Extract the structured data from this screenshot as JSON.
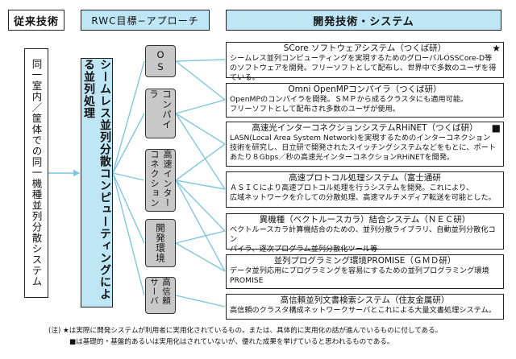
{
  "headers": {
    "traditional": "従来技術",
    "rwc": "RWC目標−アプローチ",
    "developed": "開発技術・システム"
  },
  "traditional_text": "同一室内／筐体での同一機種並列分散システム",
  "rwc_text": "シームレス並列分散コンピューティングによる並列処理",
  "categories": [
    {
      "label": "OS"
    },
    {
      "label": "コンパイラ"
    },
    {
      "label": "高速インターコネクション"
    },
    {
      "label": "開発環境"
    },
    {
      "label": "高信頼サーバ"
    }
  ],
  "systems": [
    {
      "title": "SCore ソフトウェアシステム（つくば研）",
      "mark": "★",
      "lines": [
        "シームレス並列コンピューティングを実現するためのグローバルOSSCore-D等",
        "のソフトウェアを開発。フリーソフトとして配布し、世界中で多数のユーザを得ている。"
      ]
    },
    {
      "title": "Omni OpenMPコンパイラ（つくば研）",
      "mark": "",
      "lines": [
        "OpenMPのコンパイラを開発。ＳＭＰから成るクラスタにも適用可能。",
        "フリーソフトとして配布され多数のユーザが使用。"
      ]
    },
    {
      "title": "高速光インターコネクションシステムRHiNET（つくば研）",
      "mark": "■",
      "lines": [
        "LASN(Local Area System Network)を実現するためのインターコネクション",
        "技術を研究し、日立研で開発されたスイッチングシステムなどをもとに、ポート",
        "あたり８Gbps／秒の高速光インターコネクションRHiNETを開発。"
      ]
    },
    {
      "title": "高速プロトコル処理システム（富士通研",
      "mark": "",
      "lines": [
        "ＡＳＩＣにより高速プロトコル処理を行うシステムを開発。これにより、",
        "広域ネットワークを介しての分散処理、高速マルチメディア転送を可能とした。"
      ]
    },
    {
      "title": "異機種（ベクトルースカラ）結合システム（ＮＥＣ研）",
      "mark": "",
      "lines": [
        "ベクトルースカラ計算機結合のための、並列分散ライブラリ、自動並列分散化コン",
        "パイラ、逐次プログラム並列分散化ツール等"
      ]
    },
    {
      "title": "並列プログラミング環境PROMISE（ＧＭＤ研）",
      "mark": "",
      "lines": [
        "データ並列応用にプログラミングを容易にするための並列プログラミング環境",
        "PROMISE"
      ]
    },
    {
      "title": "高信頼並列文書検索システム（住友金属研）",
      "mark": "",
      "lines": [
        "高信頼のクラスタ構成ネットワークサーバとこれによる大量文書処理システム。"
      ]
    }
  ],
  "notes": [
    "(注) ★は実際に開発システムが利用者に実用化されているもの。または、具体的に実用化の話が進んでいるものに付してある。",
    "■は基礎的・基盤的あるいは実用化はされていないが、優れた成果を挙げていると思われるものである。"
  ],
  "colors": {
    "accent": "#bfe6f5",
    "category": "#c8c8c8",
    "connector": "#7fc6e0"
  }
}
